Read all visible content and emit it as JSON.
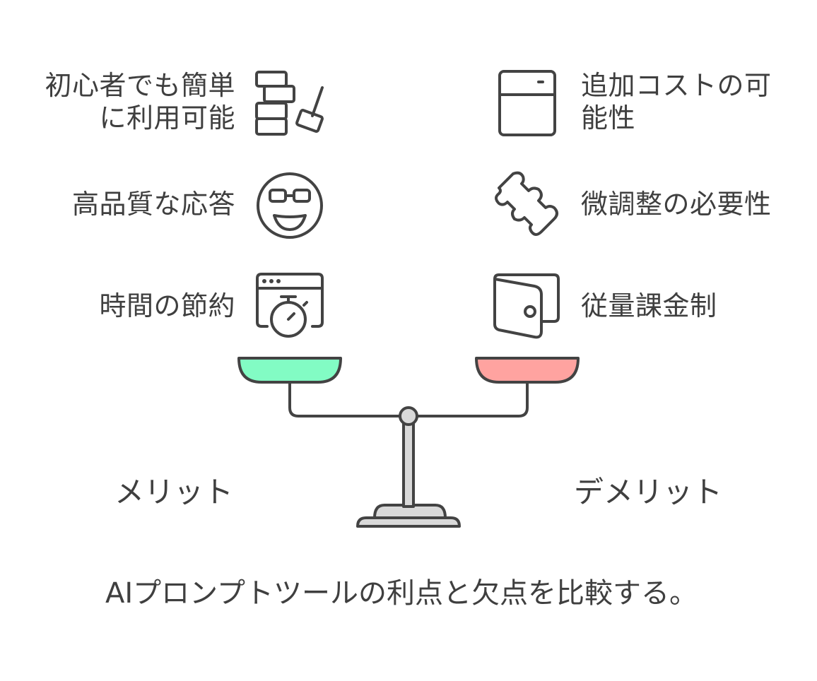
{
  "merits": {
    "heading": "メリット",
    "color": "#82fcc4",
    "items": [
      {
        "line1": "初心者でも簡単",
        "line2": "に利用可能",
        "icon": "building-blocks-icon"
      },
      {
        "line1": "高品質な応答",
        "line2": "",
        "icon": "smiling-face-glasses-icon"
      },
      {
        "line1": "時間の節約",
        "line2": "",
        "icon": "browser-stopwatch-icon"
      }
    ]
  },
  "demerits": {
    "heading": "デメリット",
    "color": "#ffa3a0",
    "items": [
      {
        "line1": "追加コストの可",
        "line2": "能性",
        "icon": "cabinet-icon"
      },
      {
        "line1": "微調整の必要性",
        "line2": "",
        "icon": "puzzle-piece-icon"
      },
      {
        "line1": "従量課金制",
        "line2": "",
        "icon": "wallet-icon"
      }
    ]
  },
  "caption": "AIプロンプトツールの利点と欠点を比較する。",
  "colors": {
    "stroke": "#434343",
    "beam": "#d9d9d9"
  }
}
